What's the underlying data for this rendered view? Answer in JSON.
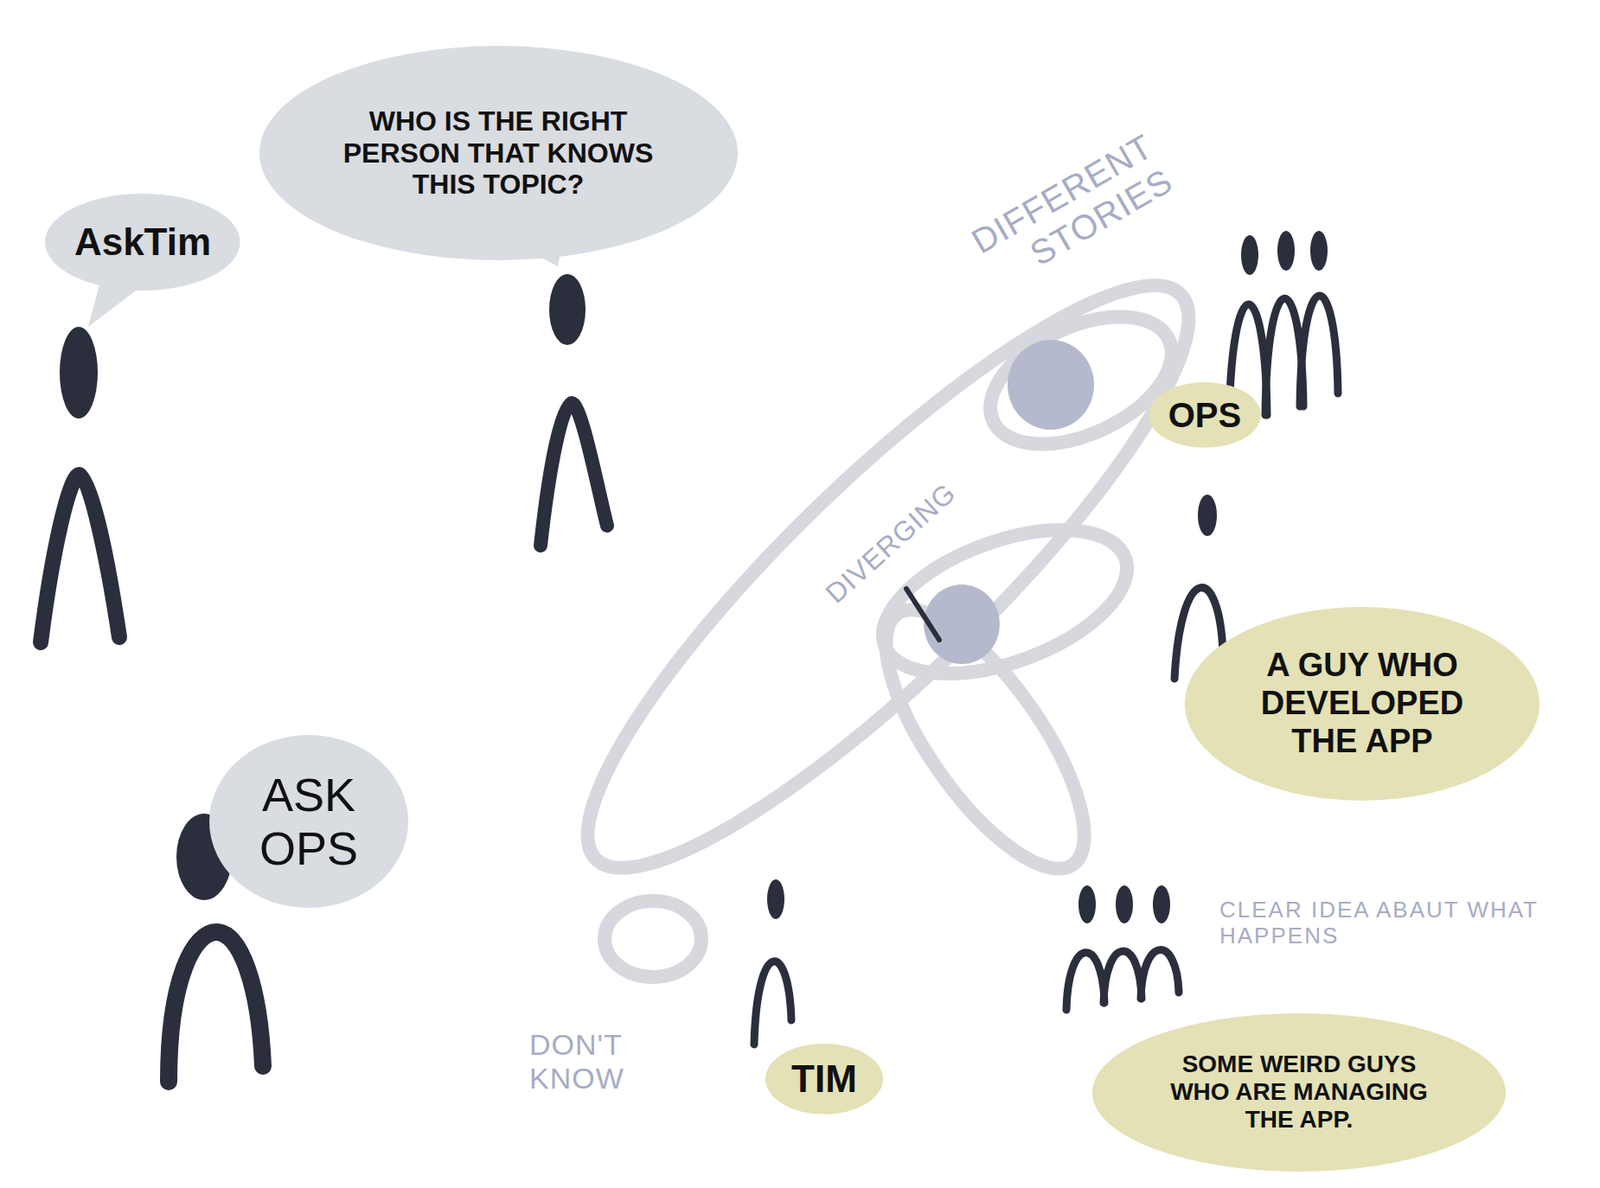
{
  "diagram": {
    "nodes": [
      {
        "text": [
          "AskTim"
        ]
      },
      {
        "text": [
          "WHO IS THE RIGHT PERSON THAT KNOWS THIS TOPIC?"
        ]
      },
      {
        "text": [
          "OPS"
        ]
      },
      {
        "text": [
          "A GUY WHO DEVELOPED THE APP"
        ]
      },
      {
        "text": [
          "ASK OPS"
        ]
      },
      {
        "text": [
          "TIM"
        ]
      },
      {
        "text": [
          "SOME WEIRD GUYS WHO ARE MANAGING THE APP."
        ]
      }
    ],
    "labels": [
      "DIFFERENT STORIES",
      "DIVERGING",
      "DON'T KNOW",
      "CLEAR IDEA ABAUT WHAT HAPPENS"
    ]
  }
}
